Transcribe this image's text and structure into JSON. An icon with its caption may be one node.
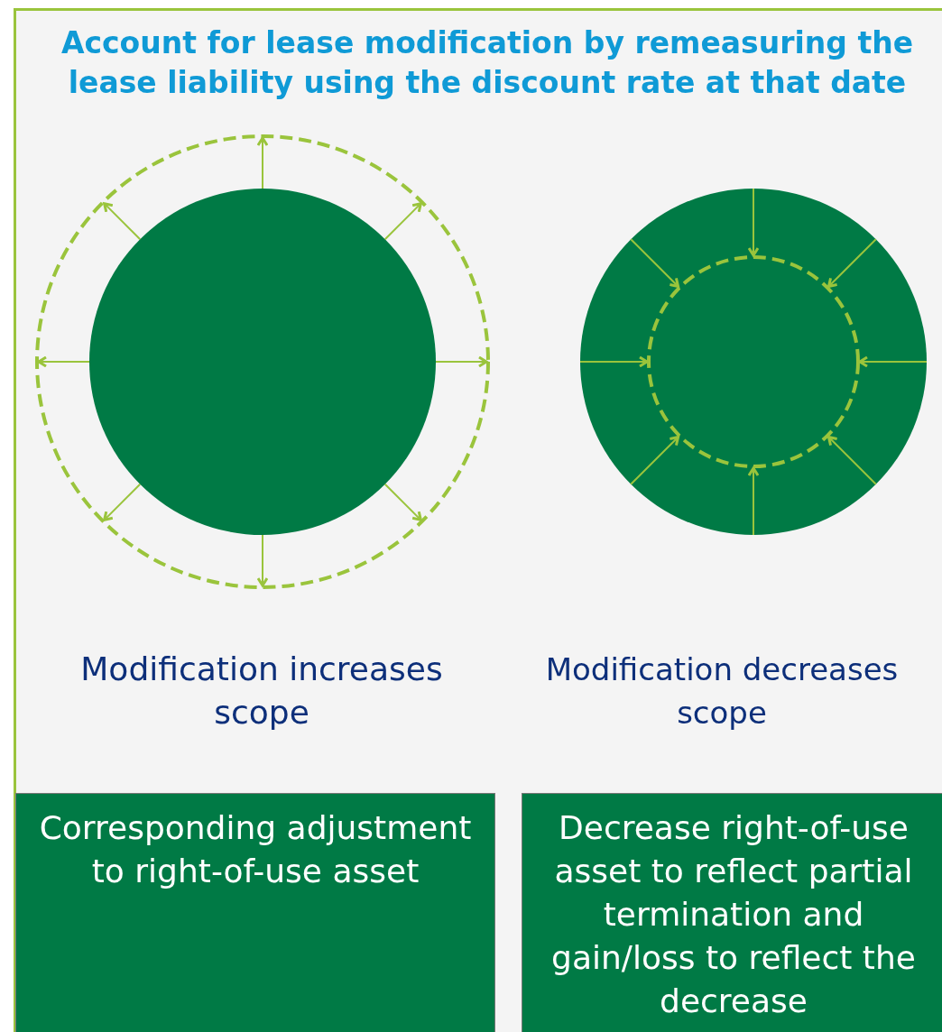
{
  "diagram": {
    "title": "Account for lease modification by remeasuring the lease liability using the discount rate at that date",
    "nodes": [
      {
        "text": [
          "Corresponding adjustment to right-of-use asset"
        ]
      },
      {
        "text": [
          "Decrease right-of-use asset  to reflect partial termination and gain/loss to reflect the decrease"
        ]
      }
    ],
    "labels": [
      "Modification increases scope",
      "Modification decreases scope"
    ]
  }
}
